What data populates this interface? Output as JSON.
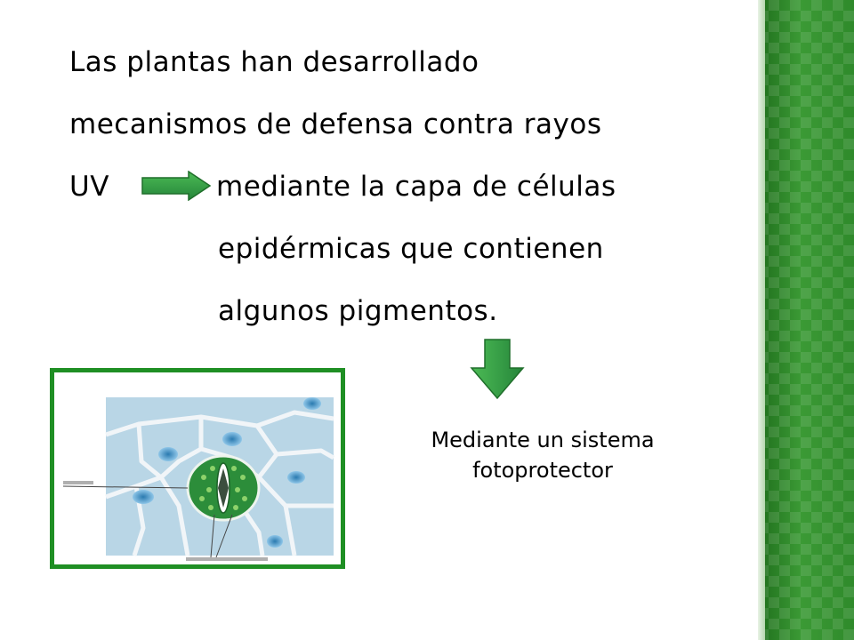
{
  "slide": {
    "line1": "Las plantas han desarrollado",
    "line2": "mecanismos de defensa contra rayos",
    "line3_start": "UV",
    "line3_rest": "mediante la capa de células",
    "line4": "epidérmicas que contienen",
    "line5": "algunos pigmentos.",
    "caption_line1": "Mediante un sistema",
    "caption_line2": "fotoprotector"
  },
  "colors": {
    "arrow_fill": "#2e9e3a",
    "arrow_stroke": "#1f6e2a",
    "frame_border": "#1f8f24",
    "side_band": "#2f8a2b"
  },
  "icons": {
    "right_arrow": "arrow-right-icon",
    "down_arrow": "arrow-down-icon"
  }
}
